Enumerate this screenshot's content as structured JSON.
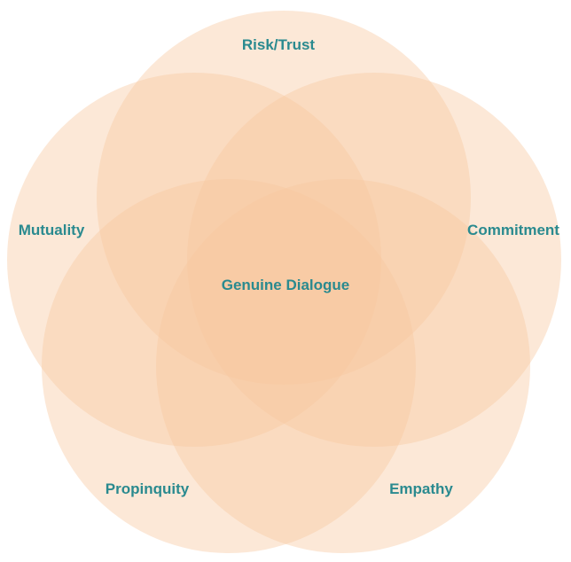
{
  "diagram": {
    "center_label": "Genuine Dialogue",
    "circles": [
      {
        "label": "Risk/Trust"
      },
      {
        "label": "Commitment"
      },
      {
        "label": "Empathy"
      },
      {
        "label": "Propinquity"
      },
      {
        "label": "Mutuality"
      }
    ],
    "colors": {
      "circle_fill": "#f9c9a0",
      "label_text": "#2a8a8f",
      "background": "#ffffff"
    }
  }
}
